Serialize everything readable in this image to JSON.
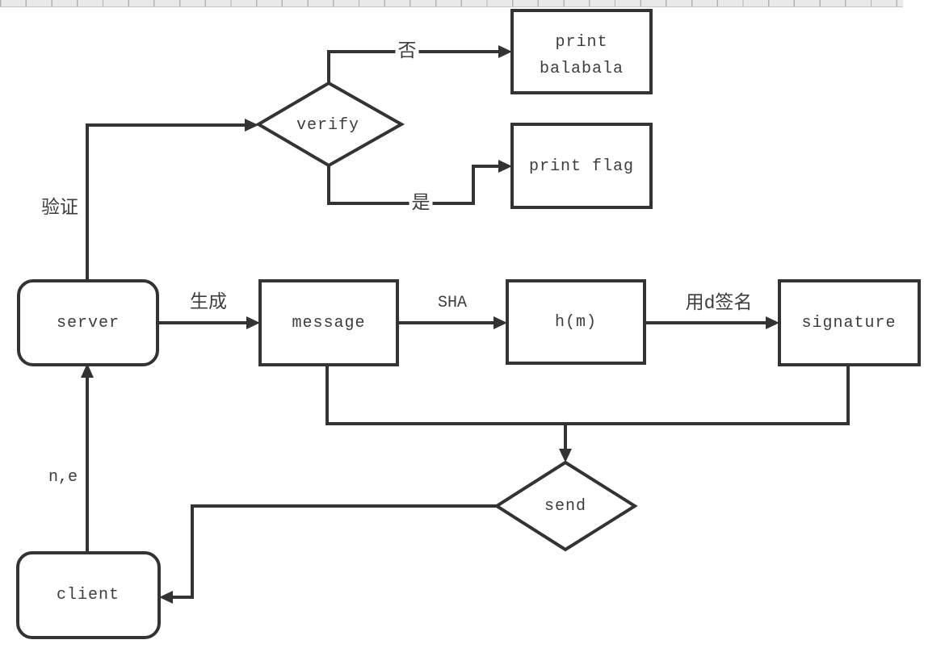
{
  "diagram": {
    "nodes": {
      "server": {
        "label": "server"
      },
      "client": {
        "label": "client"
      },
      "message": {
        "label": "message"
      },
      "hm": {
        "label": "h(m)"
      },
      "signature": {
        "label": "signature"
      },
      "print_balabala": {
        "line1": "print",
        "line2": "balabala"
      },
      "print_flag": {
        "label": "print flag"
      },
      "verify": {
        "label": "verify"
      },
      "send": {
        "label": "send"
      }
    },
    "edge_labels": {
      "verification": "验证",
      "no": "否",
      "yes": "是",
      "generate": "生成",
      "sha": "SHA",
      "sign_with_d": "用d签名",
      "n_e": "n,e"
    },
    "colors": {
      "stroke": "#333333",
      "text": "#3d3d3d",
      "background": "#ffffff",
      "ruler_fill": "#e9e9e9",
      "ruler_tick": "#b3b3b3"
    }
  }
}
